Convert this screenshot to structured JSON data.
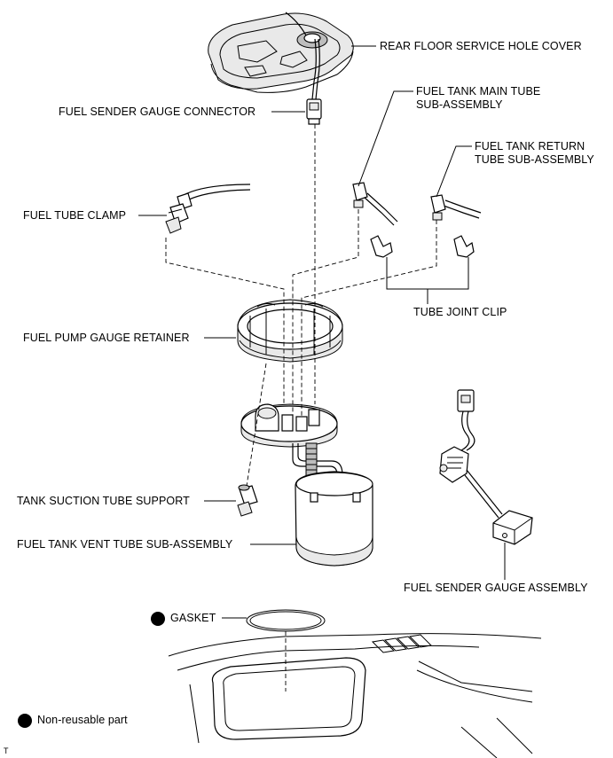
{
  "labels": {
    "rear_floor_service_hole_cover": "REAR FLOOR SERVICE HOLE COVER",
    "fuel_sender_gauge_connector": "FUEL SENDER GAUGE CONNECTOR",
    "fuel_tank_main_tube_line1": "FUEL TANK MAIN TUBE",
    "fuel_tank_main_tube_line2": "SUB-ASSEMBLY",
    "fuel_tank_return_tube_line1": "FUEL TANK RETURN",
    "fuel_tank_return_tube_line2": "TUBE SUB-ASSEMBLY",
    "fuel_tube_clamp": "FUEL TUBE CLAMP",
    "tube_joint_clip": "TUBE JOINT CLIP",
    "fuel_pump_gauge_retainer": "FUEL PUMP GAUGE RETAINER",
    "tank_suction_tube_support": "TANK SUCTION TUBE SUPPORT",
    "fuel_tank_vent_tube_sub_assembly": "FUEL TANK VENT TUBE SUB-ASSEMBLY",
    "fuel_sender_gauge_assembly": "FUEL SENDER GAUGE ASSEMBLY",
    "gasket": "GASKET"
  },
  "legend": {
    "non_reusable": "Non-reusable part"
  },
  "corner_mark": "T"
}
